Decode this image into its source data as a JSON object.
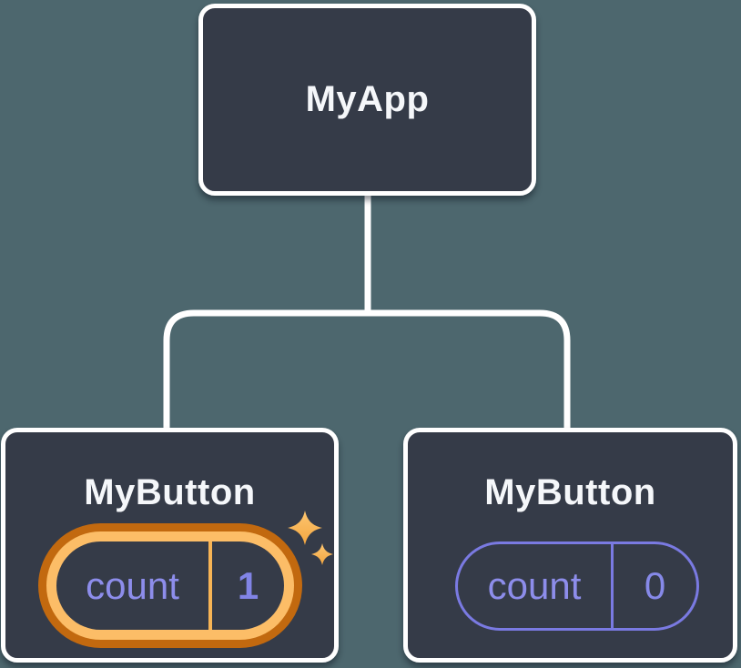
{
  "tree": {
    "root": {
      "label": "MyApp"
    },
    "children": [
      {
        "label": "MyButton",
        "state": {
          "key": "count",
          "value": "1"
        },
        "highlighted": true
      },
      {
        "label": "MyButton",
        "state": {
          "key": "count",
          "value": "0"
        },
        "highlighted": false
      }
    ]
  },
  "icons": {
    "sparkles": "sparkles-icon"
  },
  "colors": {
    "background": "#4d676e",
    "node_fill": "#353b48",
    "node_border": "#ffffff",
    "node_text": "#f5f7fa",
    "state_text_purple": "#8d8deb",
    "pill_outline_purple": "#7a7ae2",
    "highlight_ring_outer_orange": "#c2690f",
    "highlight_ring_inner_orange": "#fcbd67",
    "highlight_divider_orange": "#f7b455",
    "sparkle_orange": "#fcbd67"
  }
}
